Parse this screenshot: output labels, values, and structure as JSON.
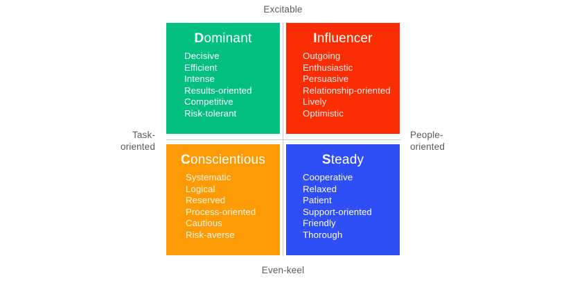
{
  "diagram": {
    "axes": {
      "top": "Excitable",
      "bottom": "Even-keel",
      "left": "Task-\noriented",
      "right": "People-\noriented"
    },
    "quadrants": [
      {
        "key": "dominant",
        "initial": "D",
        "rest": "ominant",
        "title": "Dominant",
        "color": "#03bf81",
        "position": "top-left",
        "traits": [
          "Decisive",
          "Efficient",
          "Intense",
          "Results-oriented",
          "Competitive",
          "Risk-tolerant"
        ]
      },
      {
        "key": "influencer",
        "initial": "I",
        "rest": "nfluencer",
        "title": "Influencer",
        "color": "#fb2d05",
        "position": "top-right",
        "traits": [
          "Outgoing",
          "Enthusiastic",
          "Persuasive",
          "Relationship-oriented",
          "Lively",
          "Optimistic"
        ]
      },
      {
        "key": "conscientious",
        "initial": "C",
        "rest": "onscientious",
        "title": "Conscientious",
        "color": "#fc9b05",
        "position": "bottom-left",
        "traits": [
          "Systematic",
          "Logical",
          "Reserved",
          "Process-oriented",
          "Cautious",
          "Risk-averse"
        ]
      },
      {
        "key": "steady",
        "initial": "S",
        "rest": "teady",
        "title": "Steady",
        "color": "#2f4ef5",
        "position": "bottom-right",
        "traits": [
          "Cooperative",
          "Relaxed",
          "Patient",
          "Support-oriented",
          "Friendly",
          "Thorough"
        ]
      }
    ],
    "divider_color": "#c9c9c9",
    "label_color": "#5b5b5b",
    "background_color": "#ffffff"
  }
}
